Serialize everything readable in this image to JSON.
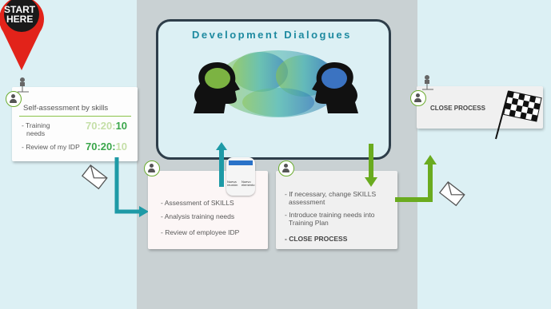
{
  "start": {
    "line1": "START",
    "line2": "HERE"
  },
  "title": "Development Dialogues",
  "box1": {
    "heading": "Self-assessment by skills",
    "item1_line1": "- Training",
    "item1_line2": "needs",
    "item2": "- Review of my IDP",
    "ratio1": {
      "a": "70:20:",
      "b": "10"
    },
    "ratio2": {
      "a": "70:20:",
      "b": "10"
    }
  },
  "box2": {
    "items": [
      "- Assessment of SKILLS",
      "- Analysis training needs",
      "- Review of employee IDP"
    ]
  },
  "box3": {
    "item1_line1": "- If necessary, change SKILLS",
    "item1_line2": "assessment",
    "item2_line1": "- Introduce training needs into",
    "item2_line2": "Training Plan",
    "item3": "- CLOSE PROCESS"
  },
  "box4": {
    "heading": "CLOSE PROCESS"
  },
  "meeting_tile": {
    "line1": "Nueva",
    "line2": "reunión",
    "line3": "Nuevo",
    "line4": "elemento"
  },
  "colors": {
    "teal": "#1e9aa6",
    "green": "#6aab1f",
    "red": "#e2231a",
    "dark": "#2e3e4a"
  }
}
